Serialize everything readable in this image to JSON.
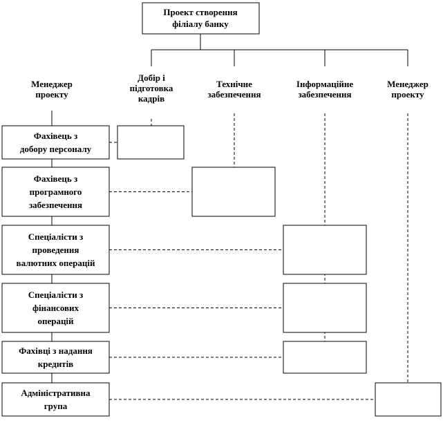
{
  "root": {
    "lines": [
      "Проект створення",
      "філіалу банку"
    ]
  },
  "columns": [
    {
      "id": "manager-left",
      "lines": [
        "Менеджер",
        "проекту"
      ]
    },
    {
      "id": "hr",
      "lines": [
        "Добір і",
        "підготовка",
        "кадрів"
      ]
    },
    {
      "id": "tech",
      "lines": [
        "Технічне",
        "забезпечення"
      ]
    },
    {
      "id": "info",
      "lines": [
        "Інформаційне",
        "забезпечення"
      ]
    },
    {
      "id": "manager-right",
      "lines": [
        "Менеджер",
        "проекту"
      ]
    }
  ],
  "rows": [
    {
      "id": "hr-specialist",
      "lines": [
        "Фахівець з",
        "добору персоналу"
      ],
      "column": "hr"
    },
    {
      "id": "software-specialist",
      "lines": [
        "Фахівець з",
        "програмного",
        "забезпечення"
      ],
      "column": "tech"
    },
    {
      "id": "currency-specialists",
      "lines": [
        "Спеціалісти з",
        "проведення",
        "валютних операцій"
      ],
      "column": "info"
    },
    {
      "id": "finance-specialists",
      "lines": [
        "Спеціалісти з",
        "фінансових",
        "операцій"
      ],
      "column": "info"
    },
    {
      "id": "credit-specialists",
      "lines": [
        "Фахівці з надання",
        "кредитів"
      ],
      "column": "info"
    },
    {
      "id": "admin-group",
      "lines": [
        "Адміністративна",
        "група"
      ],
      "column": "manager-right"
    }
  ]
}
